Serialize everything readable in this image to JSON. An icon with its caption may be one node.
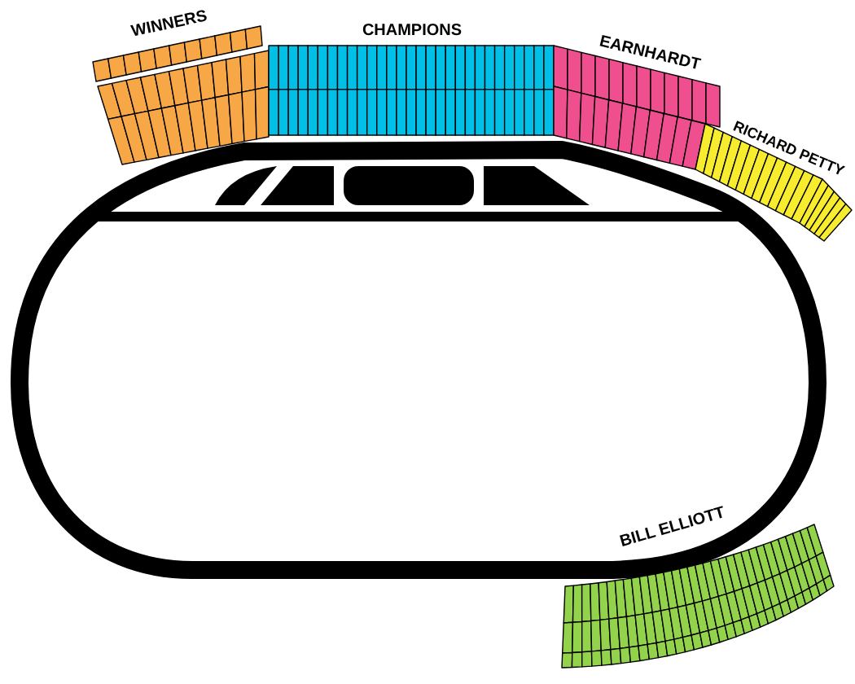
{
  "diagram": {
    "nodes": [
      {
        "text": [
          "WINNERS"
        ]
      },
      {
        "text": [
          "CHAMPIONS"
        ]
      },
      {
        "text": [
          "EARNHARDT"
        ]
      },
      {
        "text": [
          "RICHARD PETTY"
        ]
      },
      {
        "text": [
          "BILL ELLIOTT"
        ]
      }
    ]
  }
}
